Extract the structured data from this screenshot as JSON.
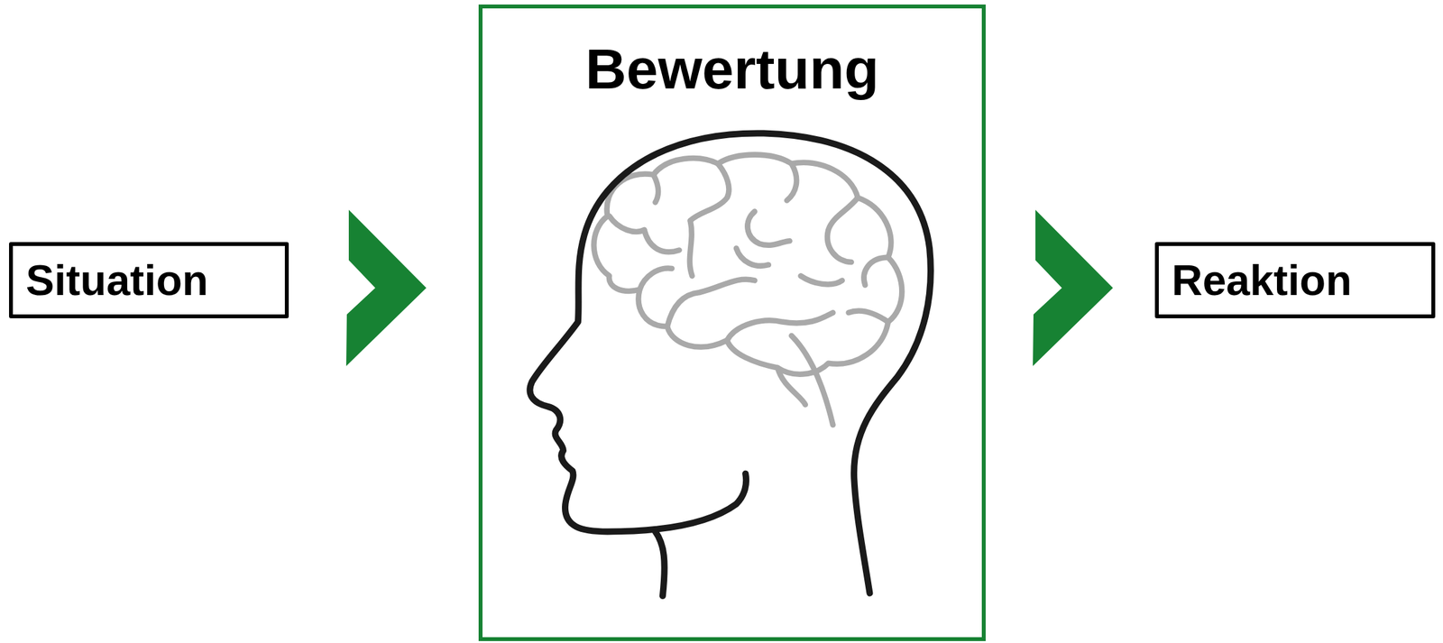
{
  "diagram": {
    "nodes": [
      {
        "text": [
          "Situation"
        ]
      },
      {
        "text": [
          "Bewertung"
        ]
      },
      {
        "text": [
          "Reaktion"
        ]
      }
    ],
    "edges": [
      {
        "from": 0,
        "to": 1,
        "arrow": "to"
      },
      {
        "from": 1,
        "to": 2,
        "arrow": "to"
      }
    ]
  }
}
